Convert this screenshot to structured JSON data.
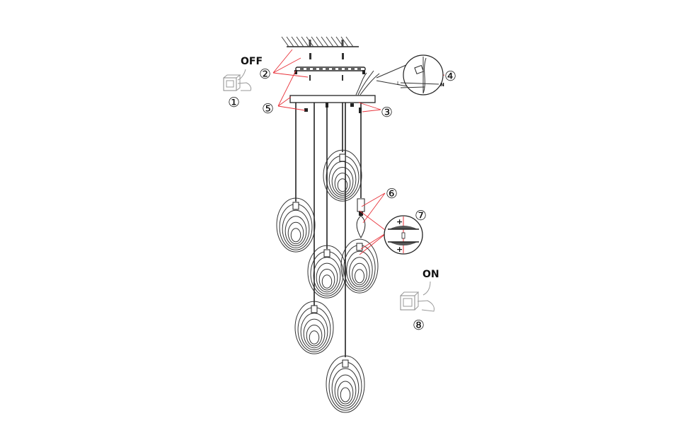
{
  "diagram": {
    "title": "Pendant chandelier installation steps",
    "switch_off_label": "OFF",
    "switch_on_label": "ON",
    "wire_live_label": "L",
    "wire_neutral_label": "N",
    "polarity_plus": "+",
    "steps": [
      "①",
      "②",
      "③",
      "④",
      "⑤",
      "⑥",
      "⑦",
      "⑧"
    ],
    "colors": {
      "leader": "#e8323a",
      "line": "#222222"
    }
  }
}
